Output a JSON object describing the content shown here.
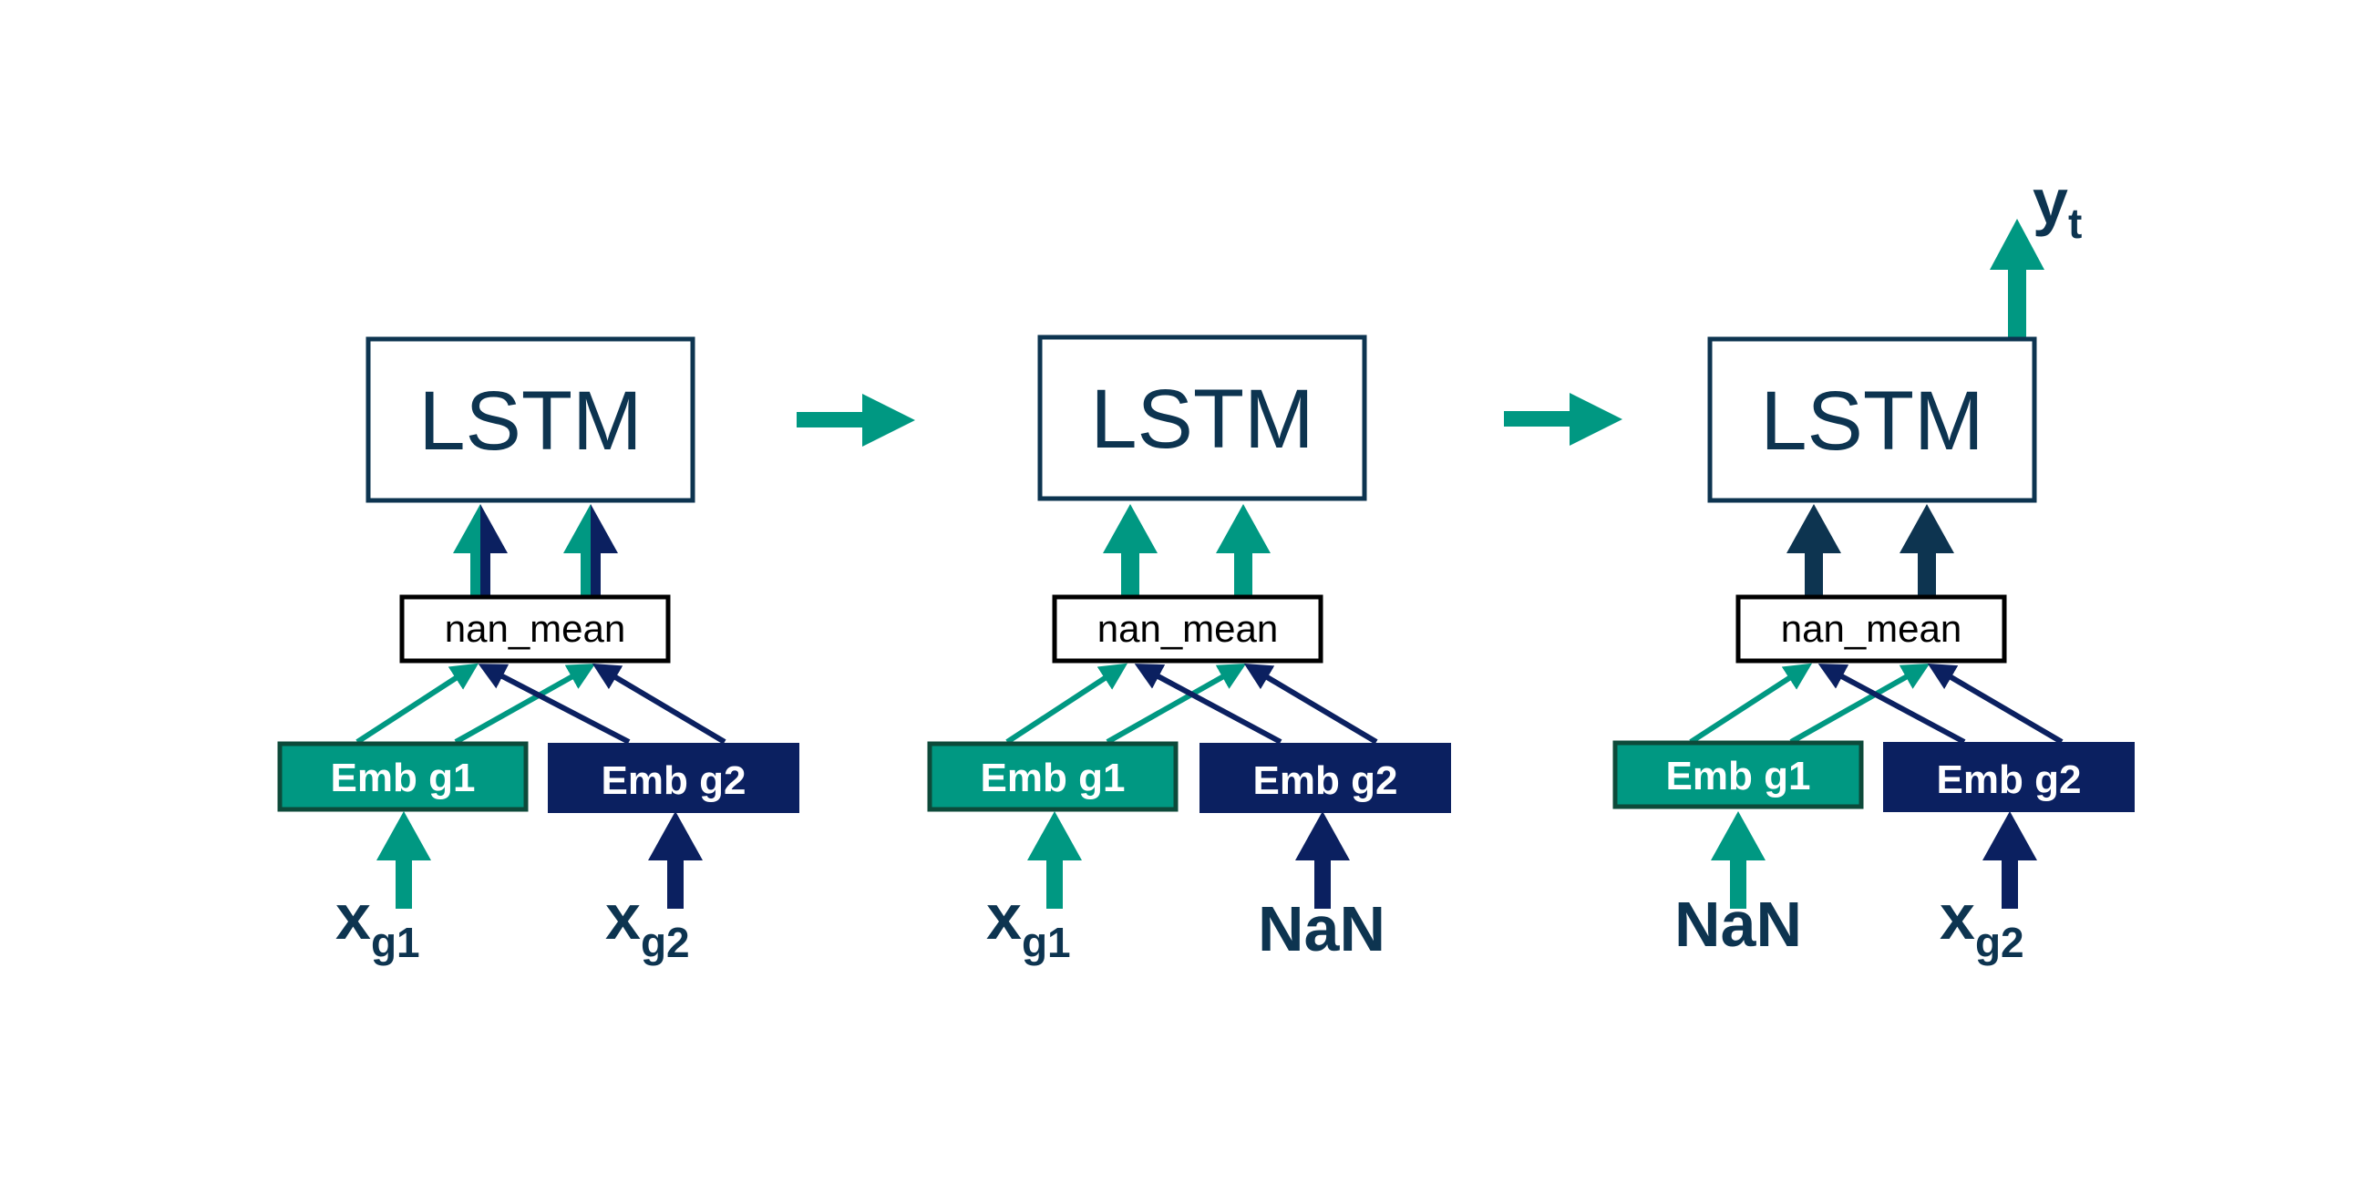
{
  "colors": {
    "teal": "#009882",
    "navy": "#0b2060",
    "dark": "#0d3450",
    "box_border": "#0d3450"
  },
  "lstm_label": "LSTM",
  "nan_mean_label": "nan_mean",
  "emb_g1_label": "Emb g1",
  "emb_g2_label": "Emb g2",
  "output": {
    "base": "y",
    "sub": "t"
  },
  "steps": [
    {
      "input_g1": {
        "base": "x",
        "sub": "g1"
      },
      "input_g2": {
        "base": "x",
        "sub": "g2"
      },
      "lstm_arrows": "mixed"
    },
    {
      "input_g1": {
        "base": "x",
        "sub": "g1"
      },
      "input_g2": {
        "base": "NaN",
        "sub": ""
      },
      "lstm_arrows": "teal"
    },
    {
      "input_g1": {
        "base": "NaN",
        "sub": ""
      },
      "input_g2": {
        "base": "x",
        "sub": "g2"
      },
      "lstm_arrows": "dark"
    }
  ]
}
